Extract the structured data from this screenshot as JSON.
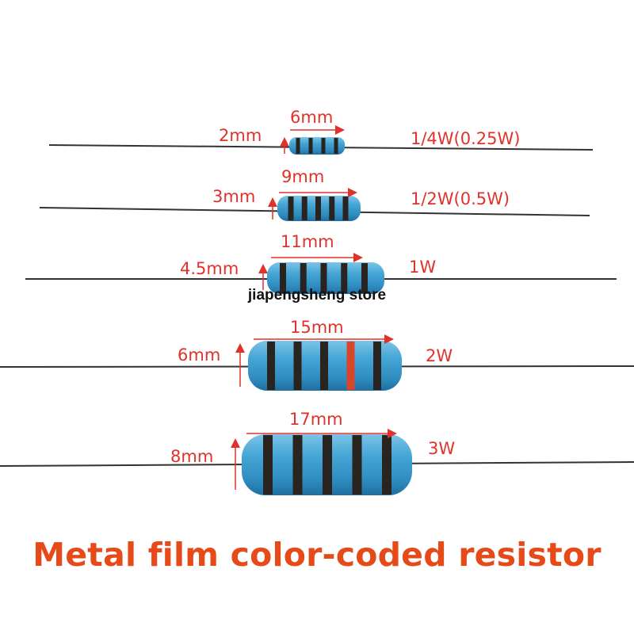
{
  "title": "Metal film color-coded resistor",
  "watermark": "jiapengsheng store",
  "colors": {
    "body_blue": "#3c9fcf",
    "band_dark": "#2a2420",
    "band_red": "#d9452b",
    "label_red": "#e0322a",
    "title_orange": "#e64a19",
    "lead": "#333333"
  },
  "resistors": [
    {
      "length_label": "6mm",
      "diameter_label": "2mm",
      "power_label": "1/4W(0.25W)",
      "bands": [
        "dark",
        "dark",
        "dark",
        "dark"
      ]
    },
    {
      "length_label": "9mm",
      "diameter_label": "3mm",
      "power_label": "1/2W(0.5W)",
      "bands": [
        "dark",
        "dark",
        "dark",
        "dark",
        "dark"
      ]
    },
    {
      "length_label": "11mm",
      "diameter_label": "4.5mm",
      "power_label": "1W",
      "bands": [
        "dark",
        "dark",
        "dark",
        "dark",
        "dark"
      ]
    },
    {
      "length_label": "15mm",
      "diameter_label": "6mm",
      "power_label": "2W",
      "bands": [
        "dark",
        "dark",
        "dark",
        "red",
        "dark"
      ]
    },
    {
      "length_label": "17mm",
      "diameter_label": "8mm",
      "power_label": "3W",
      "bands": [
        "dark",
        "dark",
        "dark",
        "dark",
        "dark"
      ]
    }
  ]
}
